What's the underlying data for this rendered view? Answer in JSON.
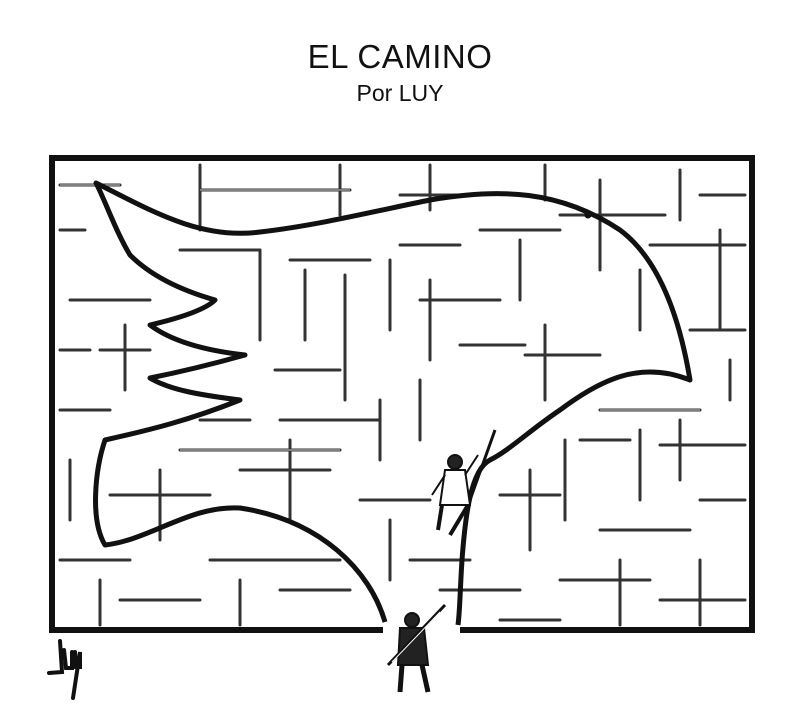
{
  "cartoon": {
    "title": "EL CAMINO",
    "subtitle": "Por LUY",
    "signature": "LUY"
  },
  "colors": {
    "ink": "#111111",
    "paper": "#ffffff"
  }
}
